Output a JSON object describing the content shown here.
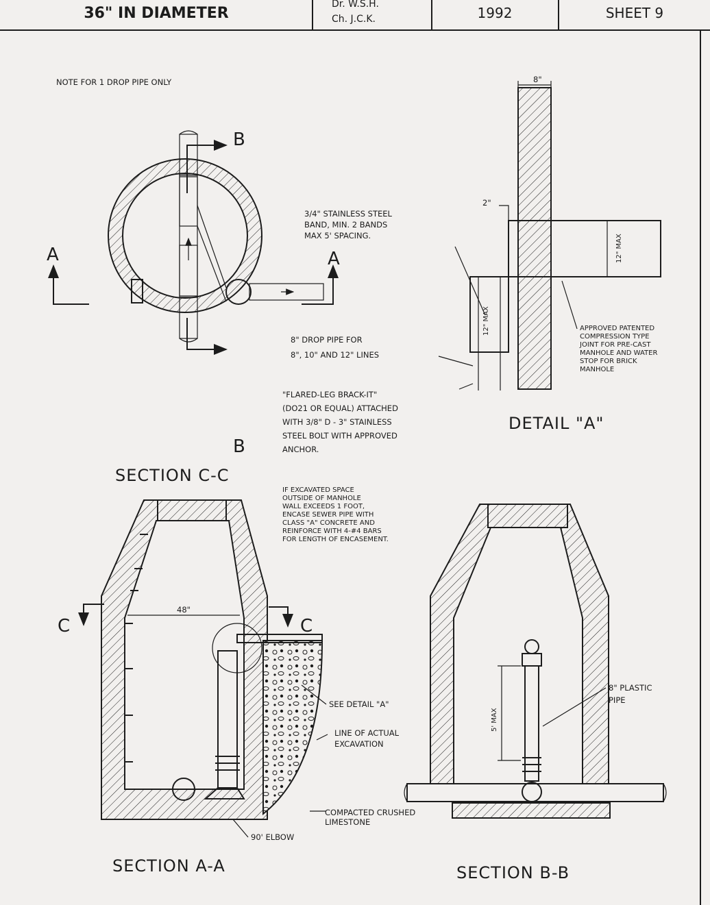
{
  "title_block": {
    "title": "36\" IN DIAMETER",
    "drawn_by": "Dr.  W.S.H.",
    "checked_by": "Ch.  J.C.K.",
    "year": "1992",
    "sheet": "SHEET  9"
  },
  "note": "NOTE  FOR 1 DROP PIPE ONLY",
  "section_cc": {
    "title": "SECTION C-C",
    "cut_a_left": "A",
    "cut_a_right": "A",
    "cut_b_top": "B",
    "cut_b_bottom": "B"
  },
  "detail_a": {
    "title": "DETAIL \"A\"",
    "dim_wall": "8\"",
    "dim_offset": "2\"",
    "dim_pipe": "12\" MAX",
    "dim_drop": "12\" MAX",
    "band_note": [
      "3/4\" STAINLESS STEEL",
      "BAND, MIN. 2 BANDS",
      "MAX  5' SPACING."
    ],
    "drop_pipe_note": [
      "8\" DROP PIPE FOR",
      "8\", 10\" AND 12\" LINES"
    ],
    "bracket_note": [
      "\"FLARED-LEG BRACK-IT\"",
      "(DO21 OR EQUAL) ATTACHED",
      "WITH 3/8\" D - 3\" STAINLESS",
      "STEEL BOLT WITH APPROVED",
      "ANCHOR."
    ],
    "joint_note": [
      "APPROVED PATENTED",
      "COMPRESSION TYPE",
      "JOINT FOR PRE-CAST",
      "MANHOLE AND WATER",
      "STOP FOR BRICK",
      "MANHOLE"
    ]
  },
  "excavation_note": [
    "IF EXCAVATED SPACE",
    "OUTSIDE OF MANHOLE",
    "WALL EXCEEDS 1 FOOT,",
    "ENCASE SEWER PIPE WITH",
    "CLASS \"A\" CONCRETE AND",
    "REINFORCE WITH 4-#4 BARS",
    "FOR LENGTH OF ENCASEMENT."
  ],
  "section_aa": {
    "title": "SECTION A-A",
    "cut_c_left": "C",
    "cut_c_right": "C",
    "dim_inside": "48\"",
    "see_detail": "SEE DETAIL \"A\"",
    "excavation_line": [
      "LINE OF ACTUAL",
      "EXCAVATION"
    ],
    "limestone": [
      "COMPACTED CRUSHED",
      "LIMESTONE"
    ],
    "elbow": "90' ELBOW"
  },
  "section_bb": {
    "title": "SECTION B-B",
    "dim_spacing": "5' MAX",
    "pipe_label": [
      "8\" PLASTIC",
      "PIPE"
    ]
  }
}
